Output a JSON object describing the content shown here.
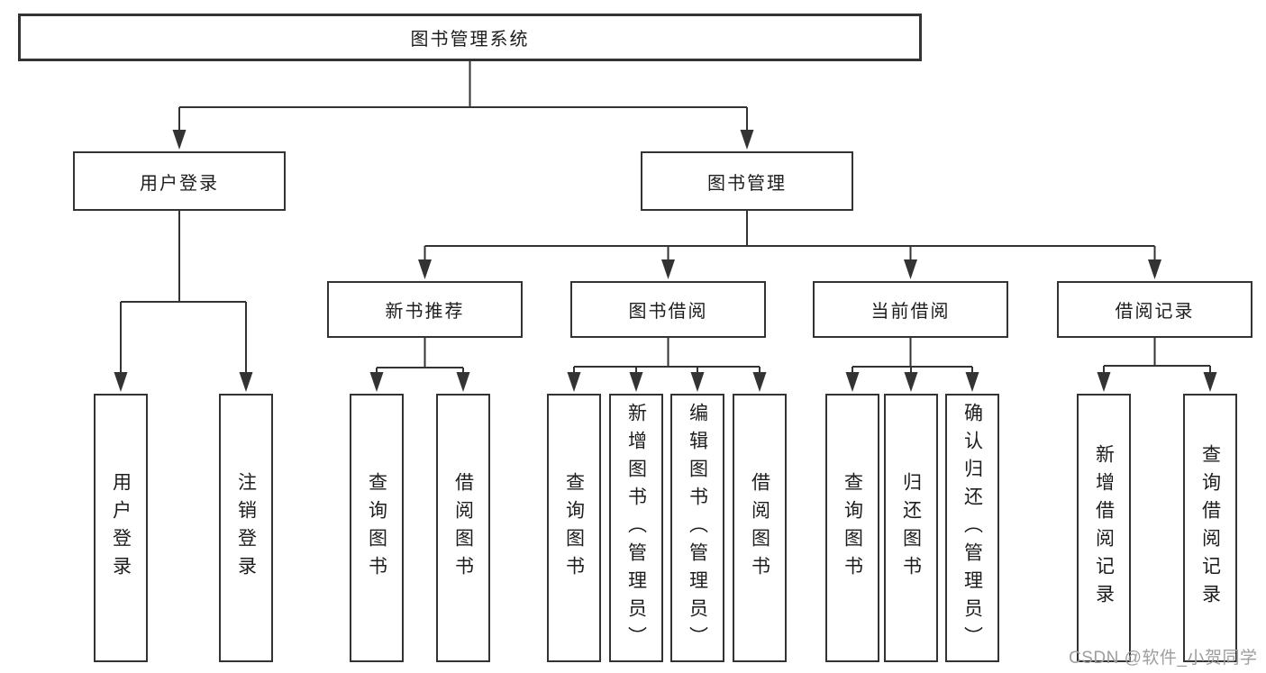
{
  "diagram": {
    "root": {
      "label": "图书管理系统"
    },
    "branches": [
      {
        "label": "用户登录",
        "leaves": [
          {
            "label": "用户登录"
          },
          {
            "label": "注销登录"
          }
        ]
      },
      {
        "label": "图书管理",
        "groups": [
          {
            "label": "新书推荐",
            "leaves": [
              {
                "label": "查询图书"
              },
              {
                "label": "借阅图书"
              }
            ]
          },
          {
            "label": "图书借阅",
            "leaves": [
              {
                "label": "查询图书"
              },
              {
                "label": "新增图书（管理员）"
              },
              {
                "label": "编辑图书（管理员）"
              },
              {
                "label": "借阅图书"
              }
            ]
          },
          {
            "label": "当前借阅",
            "leaves": [
              {
                "label": "查询图书"
              },
              {
                "label": "归还图书"
              },
              {
                "label": "确认归还（管理员）"
              }
            ]
          },
          {
            "label": "借阅记录",
            "leaves": [
              {
                "label": "新增借阅记录"
              },
              {
                "label": "查询借阅记录"
              }
            ]
          }
        ]
      }
    ]
  },
  "watermark": {
    "text": "CSDN @软件_小贺同学"
  },
  "colors": {
    "line": "#333333",
    "text": "#1d1d1d",
    "watermark": "#9e9e9e",
    "background": "#ffffff"
  }
}
